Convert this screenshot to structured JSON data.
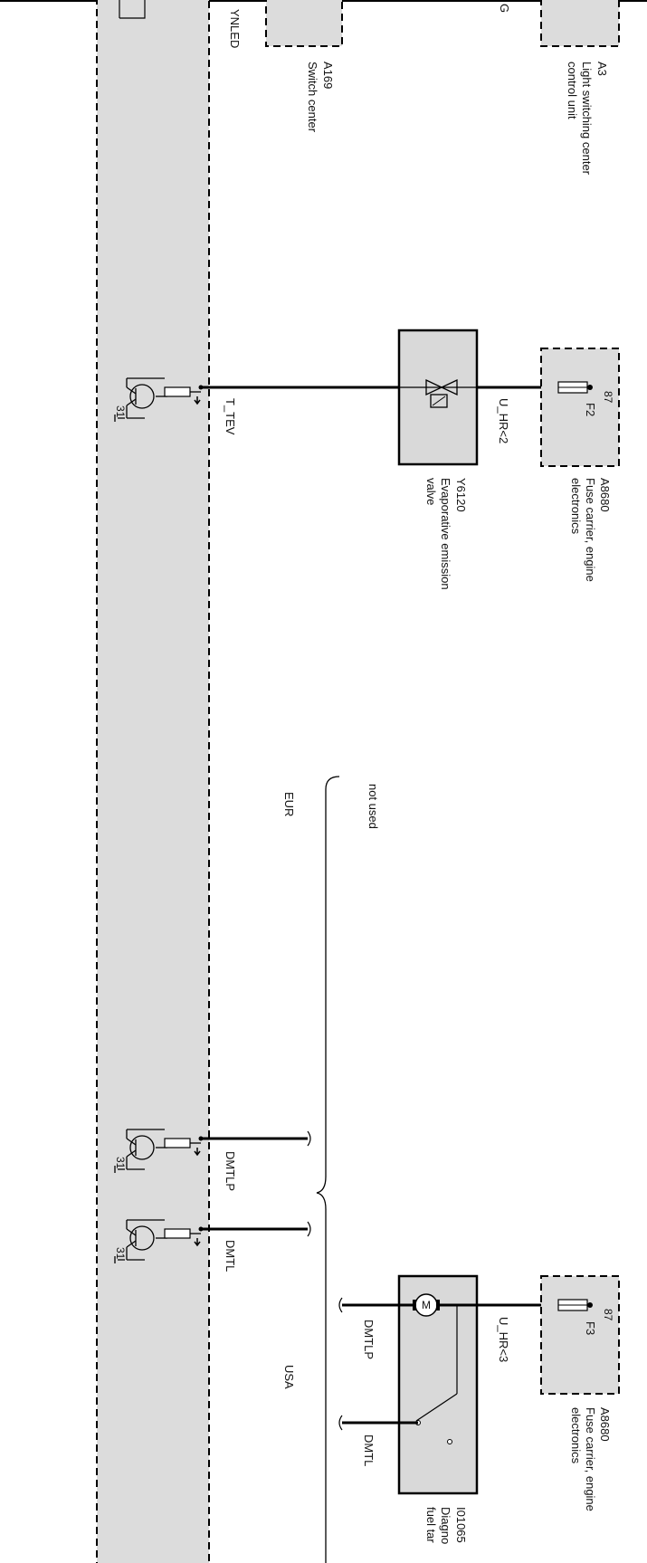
{
  "frame": {
    "bg_color": "#ffffff",
    "ecu_fill": "#dcdcdc",
    "line_color": "#000000"
  },
  "labels": {
    "top_net_left": "YNLED",
    "top_net_right": "G",
    "a169_id": "A169",
    "a169_name": "Switch center",
    "a3_id": "A3",
    "a3_line1": "Light switching center",
    "a3_line2": "control unit",
    "f2_pin": "87",
    "f2_name": "F2",
    "a8680_id_1": "A8680",
    "a8680_line1_1": "Fuse carrier, engine",
    "a8680_line2_1": "electronics",
    "u_hr2": "U_HR<2",
    "y6120_id": "Y6120",
    "y6120_line1": "Evaporative emission",
    "y6120_line2": "valve",
    "t_tev": "T_TEV",
    "ground_31_a": "31",
    "not_used": "not used",
    "eur": "EUR",
    "dmtlp_ecu": "DMTLP",
    "dmtl_ecu": "DMTL",
    "ground_31_b": "31",
    "ground_31_c": "31",
    "usa": "USA",
    "f3_pin": "87",
    "f3_name": "F3",
    "u_hr3": "U_HR<3",
    "a8680_id_2": "A8680",
    "a8680_line1_2": "Fuse carrier, engine",
    "a8680_line2_2": "electronics",
    "dmtlp_pump": "DMTLP",
    "dmtl_pump": "DMTL",
    "i01065_id": "I01065",
    "i01065_line1": "Diagno",
    "i01065_line2": "fuel tar",
    "motor_symbol": "M"
  }
}
